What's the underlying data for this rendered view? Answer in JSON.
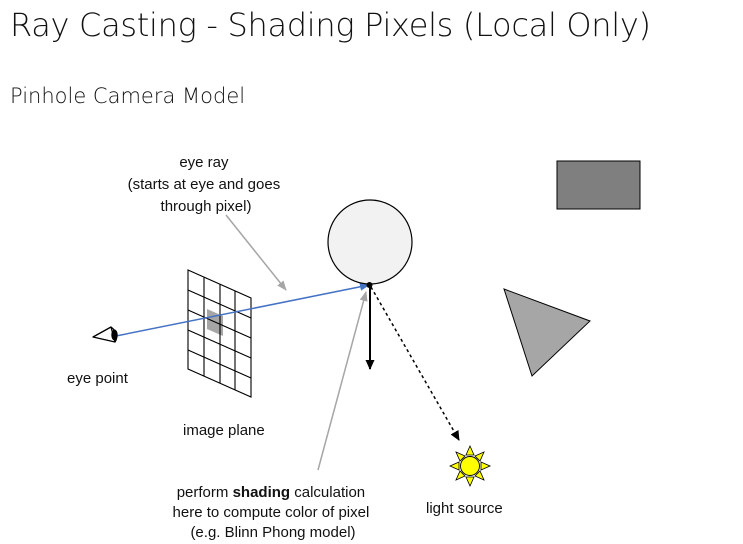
{
  "slide": {
    "title": "Ray Casting - Shading Pixels (Local Only)",
    "subtitle": "Pinhole Camera Model"
  },
  "diagram": {
    "eye_ray_label": [
      "eye ray",
      "(starts at eye and goes",
      "through pixel)"
    ],
    "eye_point_label": "eye point",
    "image_plane_label": "image plane",
    "shading_label": {
      "line1_prefix": "perform ",
      "line1_bold": "shading",
      "line1_suffix": " calculation",
      "line2": "here to compute color of pixel",
      "line3": "(e.g. Blinn Phong model)"
    },
    "light_source_label": "light source",
    "icons": [
      "eye-icon",
      "sun-icon"
    ],
    "colors": {
      "ray": "#4472c4",
      "callout": "#a6a6a6",
      "rectangle": "#7f7f7f",
      "triangle": "#a6a6a6",
      "sphere": "#f2f2f2",
      "sun": "#ffff00",
      "pixel": "#a6a6a6"
    }
  }
}
